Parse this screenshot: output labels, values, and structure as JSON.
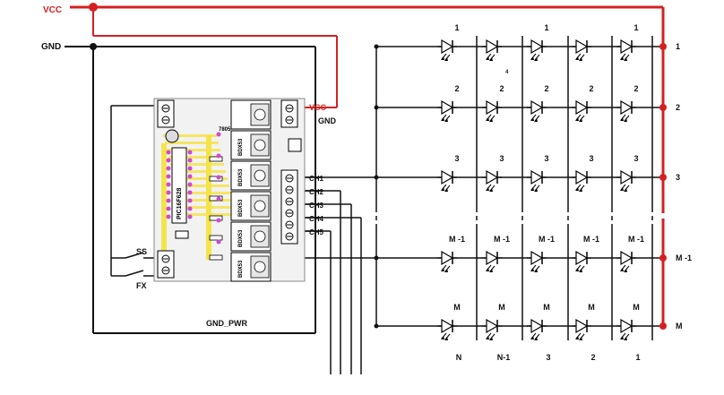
{
  "colors": {
    "vcc": "#d62020",
    "wire": "#111111",
    "board": "#f2f2f2",
    "pad": "#f4e44a",
    "pad_alt": "#d048d0",
    "background": "#ffffff"
  },
  "labels": {
    "vcc": "VCC",
    "gnd": "GND",
    "gnd_right": "GND",
    "vcc_board": "VCC",
    "gnd_pwr": "GND_PWR",
    "ss": "SS",
    "fx": "FX",
    "chip": "PIC16F628",
    "regulator": "7805",
    "channels": [
      "CH1",
      "CH2",
      "CH3",
      "CH4",
      "CH5"
    ],
    "transistors": [
      "BDX53",
      "BDX53",
      "BDX53",
      "BDX53",
      "BDX53"
    ],
    "rows": [
      "1",
      "2",
      "3",
      "M -1",
      "M"
    ],
    "cols": [
      "N",
      "N-1",
      "3",
      "2",
      "1"
    ]
  },
  "matrix": {
    "rows": [
      {
        "row_label": "1",
        "led_labels": [
          "1",
          "",
          "1",
          "",
          "1"
        ]
      },
      {
        "row_label": "2",
        "led_labels": [
          "2",
          "2",
          "2",
          "2",
          "2"
        ]
      },
      {
        "row_label": "3",
        "led_labels": [
          "3",
          "3",
          "3",
          "3",
          "3"
        ]
      },
      {
        "row_label": "M -1",
        "led_labels": [
          "M -1",
          "M -1",
          "M -1",
          "M -1",
          "M -1"
        ]
      },
      {
        "row_label": "M",
        "led_labels": [
          "M",
          "M",
          "M",
          "M",
          "M"
        ]
      }
    ],
    "stray_marks": [
      "4"
    ]
  }
}
